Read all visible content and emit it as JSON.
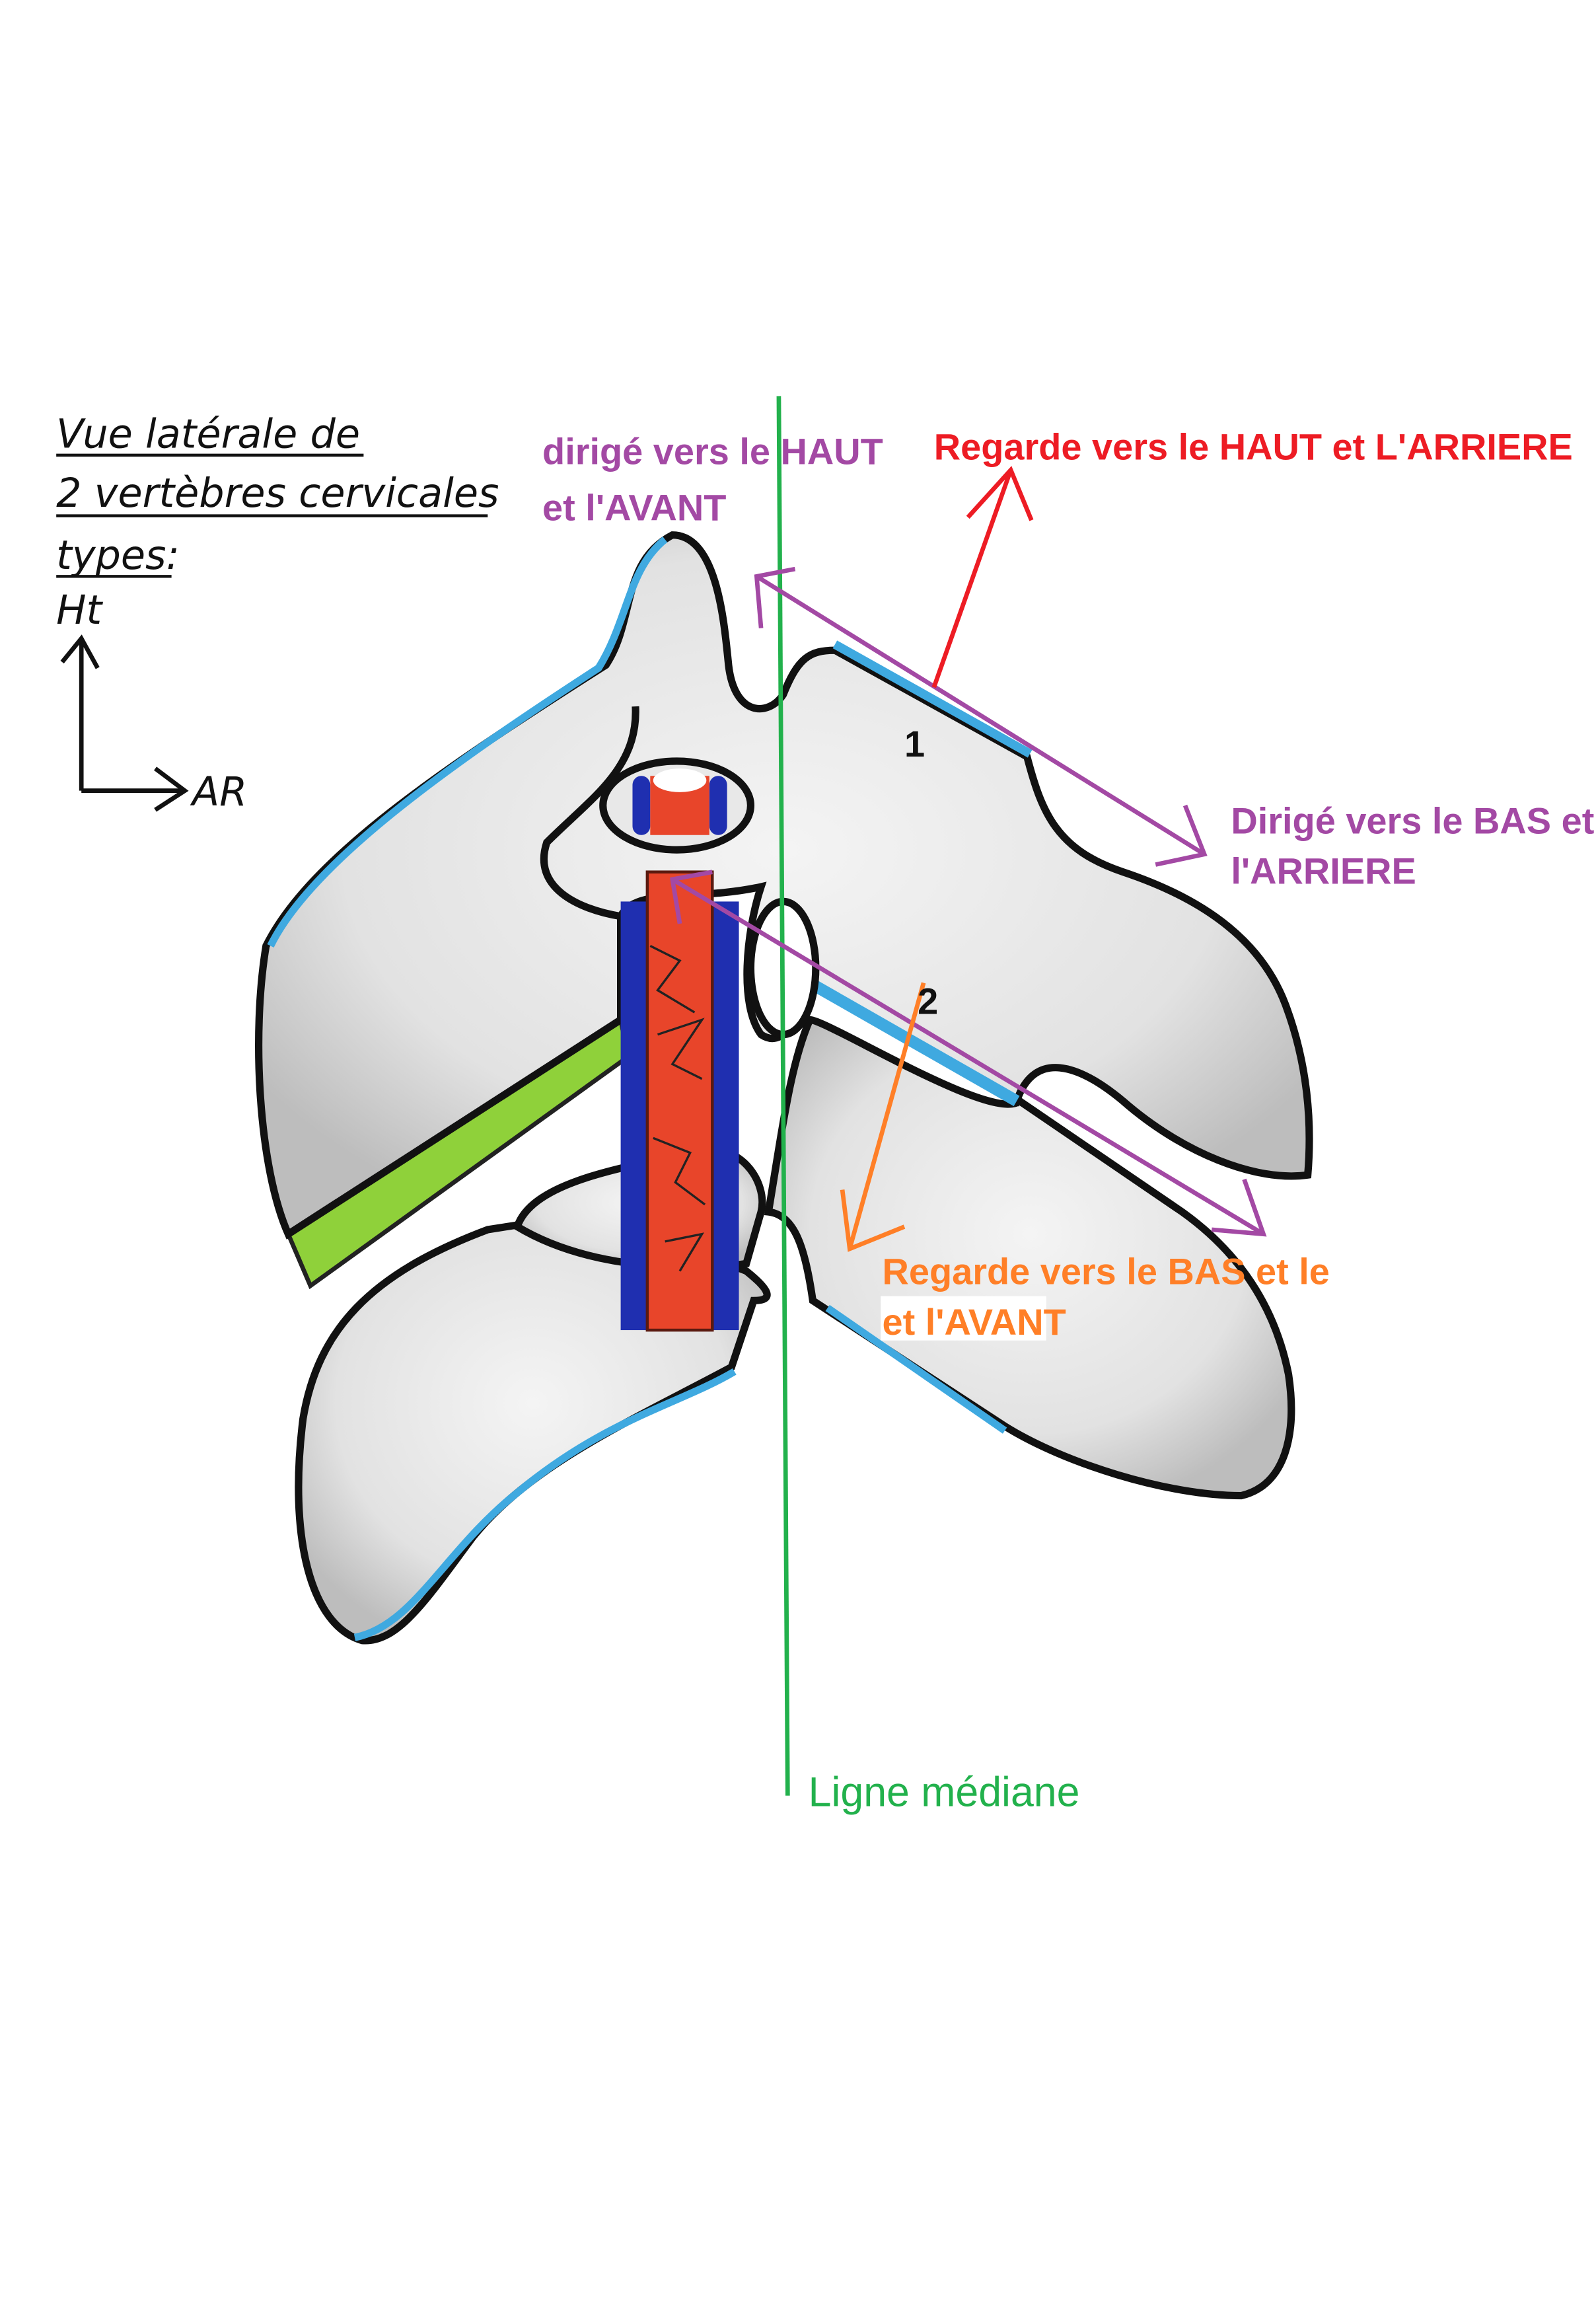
{
  "title": {
    "line1": "Vue latérale de",
    "line2": "2 vertèbres cervicales",
    "line3": "types:"
  },
  "axes": {
    "up_label": "Ht",
    "right_label": "AR"
  },
  "labels": {
    "upper_articular_direction_1": "dirigé vers le HAUT",
    "upper_articular_direction_2": "et l'AVANT",
    "upper_facet": "Regarde vers le HAUT et L'ARRIERE",
    "lower_articular_direction_1": "Dirigé vers le BAS et",
    "lower_articular_direction_2": "l'ARRIERE",
    "lower_facet_1": "Regarde vers le BAS et le",
    "lower_facet_2": "et l'AVANT",
    "number_1": "1",
    "number_2": "2",
    "midline": "Ligne médiane"
  },
  "colors": {
    "purple": "#a349a4",
    "red": "#ed1c24",
    "orange": "#ff7f27",
    "green_line": "#22b14c",
    "disc_green": "#8fd13a",
    "cartilage_blue": "#3fa9e0",
    "vessel_blue": "#1f2fb0",
    "artery_red": "#e8452a"
  }
}
